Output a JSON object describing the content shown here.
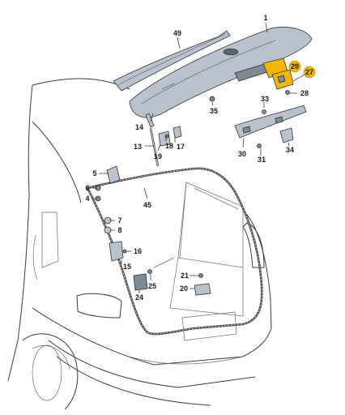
{
  "callouts": {
    "c1": "1",
    "c4": "4",
    "c5": "5",
    "c6": "6",
    "c7": "7",
    "c8": "8",
    "c13": "13",
    "c14": "14",
    "c15": "15",
    "c16": "16",
    "c17": "17",
    "c18": "18",
    "c19": "19",
    "c20": "20",
    "c21": "21",
    "c24": "24",
    "c25": "25",
    "c27": "27",
    "c28": "28",
    "c29": "29",
    "c30": "30",
    "c31": "31",
    "c33": "33",
    "c34": "34",
    "c35": "35",
    "c45": "45",
    "c49": "49"
  },
  "colors": {
    "highlight": "#f2b701",
    "part_fill": "#b9c3cf",
    "outline": "#333333"
  }
}
